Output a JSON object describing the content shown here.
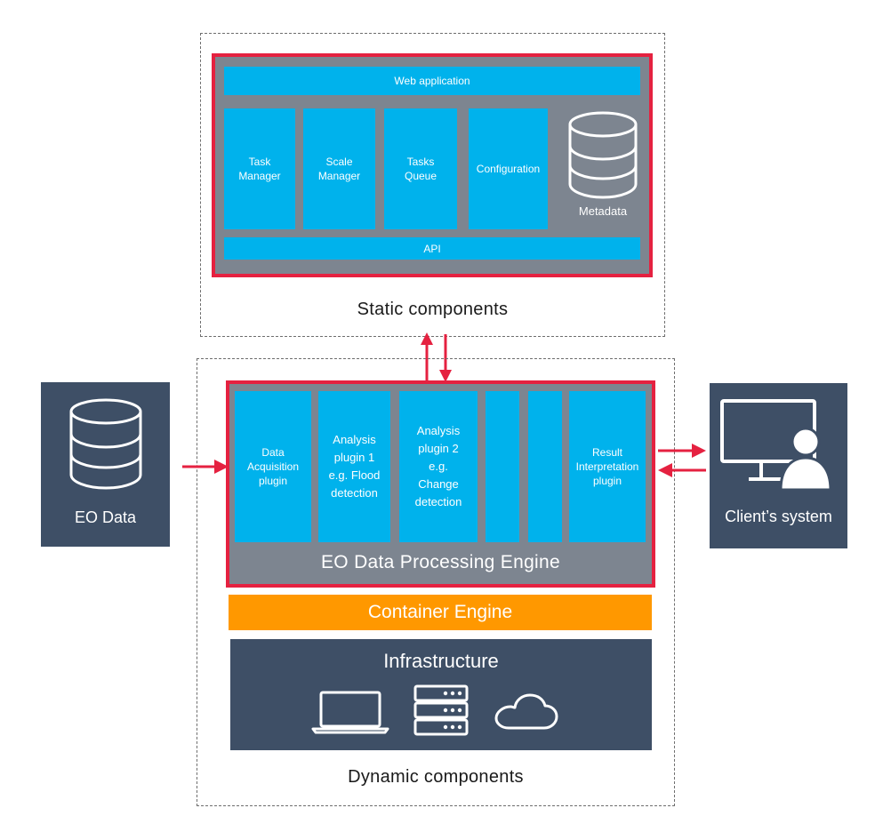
{
  "static": {
    "caption": "Static components",
    "web_app": "Web application",
    "task_manager": "Task\nManager",
    "scale_manager": "Scale\nManager",
    "tasks_queue": "Tasks\nQueue",
    "configuration": "Configuration",
    "metadata": "Metadata",
    "api": "API"
  },
  "dynamic": {
    "caption": "Dynamic components",
    "engine_title": "EO Data Processing Engine",
    "plugin_data_acq": "Data\nAcquisition\nplugin",
    "plugin_analysis1": "Analysis\nplugin 1\ne.g. Flood\ndetection",
    "plugin_analysis2": "Analysis\nplugin 2\ne.g.\nChange\ndetection",
    "plugin_result": "Result\nInterpretation\nplugin",
    "container_engine": "Container Engine",
    "infrastructure": "Infrastructure"
  },
  "eo_data": {
    "label": "EO Data"
  },
  "client": {
    "label": "Client’s system"
  },
  "colors": {
    "cyan": "#00b2ec",
    "grey_panel": "#7d8590",
    "red_frame": "#e52140",
    "dark_slate": "#3e4f66",
    "orange": "#ff9800"
  }
}
